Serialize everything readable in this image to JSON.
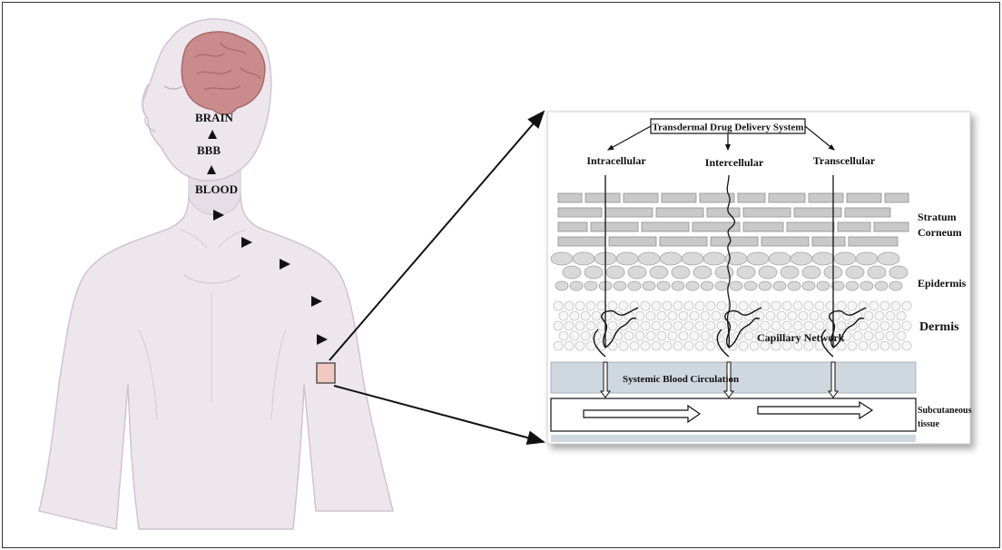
{
  "body_labels": {
    "brain": "BRAIN",
    "bbb": "BBB",
    "blood": "BLOOD"
  },
  "skin_panel": {
    "title": "Transdermal Drug Delivery System",
    "pathways": [
      "Intracellular",
      "Intercellular",
      "Transcellular"
    ],
    "layers": {
      "stratum_line1": "Stratum",
      "stratum_line2": "Corneum",
      "epidermis": "Epidermis",
      "dermis": "Dermis",
      "subcutaneous_line1": "Subcutaneous",
      "subcutaneous_line2": "tissue"
    },
    "capillary": "Capillary Network",
    "circulation": "Systemic Blood Circulation"
  },
  "colors": {
    "skin_body": "#ede7ed",
    "skin_outline": "#cfc4cf",
    "brain": "#c98b8b",
    "patch": "#f1c9c1",
    "brick": "#c9c9c9",
    "epidermis_cell": "#d9d9d9",
    "blood_band": "#cfd7df"
  }
}
